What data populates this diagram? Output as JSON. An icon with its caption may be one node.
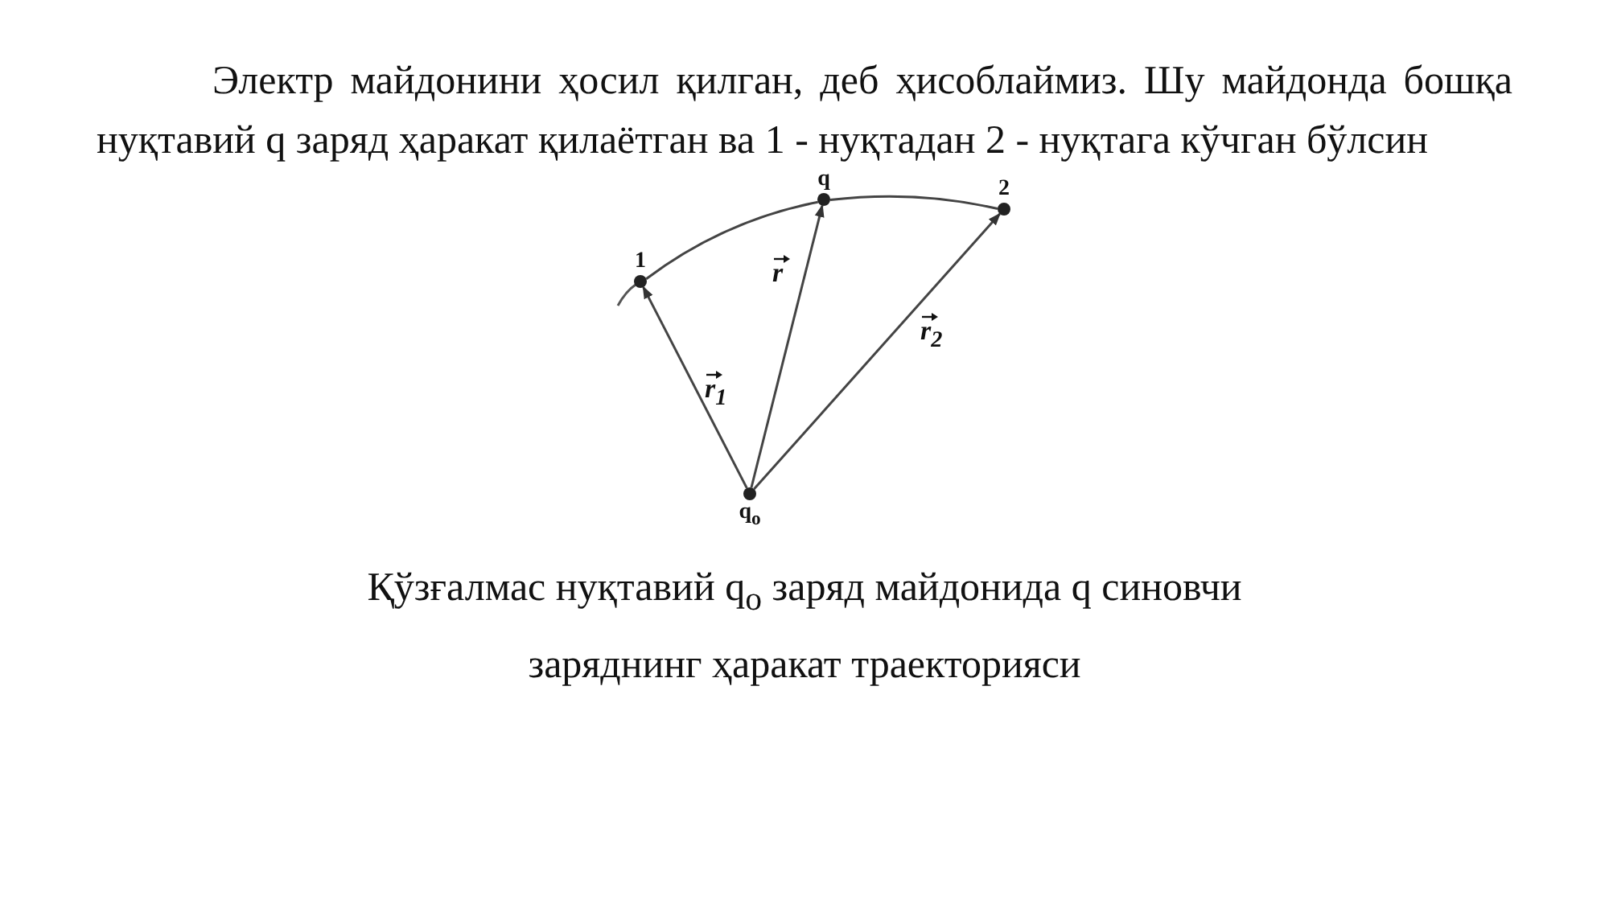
{
  "diagram": {
    "caption": "Қўзғалмас нуқтавий q$_{o}$ заряд майдонида q синовчи заряднинг ҳаракат траекторияси",
    "nodes": [
      {
        "text": [
          "1"
        ]
      },
      {
        "text": [
          "q"
        ]
      },
      {
        "text": [
          "2"
        ]
      },
      {
        "text": [
          "q$_{o}$"
        ]
      }
    ],
    "edges": [
      {
        "from": 3,
        "to": 0,
        "arrow": "to",
        "label": "r$_{1}$"
      },
      {
        "from": 3,
        "to": 1,
        "arrow": "to",
        "label": "r"
      },
      {
        "from": 3,
        "to": 2,
        "arrow": "to",
        "label": "r$_{2}$"
      },
      {
        "from": 0,
        "to": 1,
        "arrow": "none"
      },
      {
        "from": 1,
        "to": 2,
        "arrow": "none"
      }
    ],
    "labels": [
      "Электр майдонини ҳосил қилган, деб ҳисоблаймиз. Шу майдонда бошқа нуқтавий q заряд ҳаракат қилаётган ва 1 - нуқтадан 2 - нуқтага кўчган бўлсин"
    ]
  }
}
